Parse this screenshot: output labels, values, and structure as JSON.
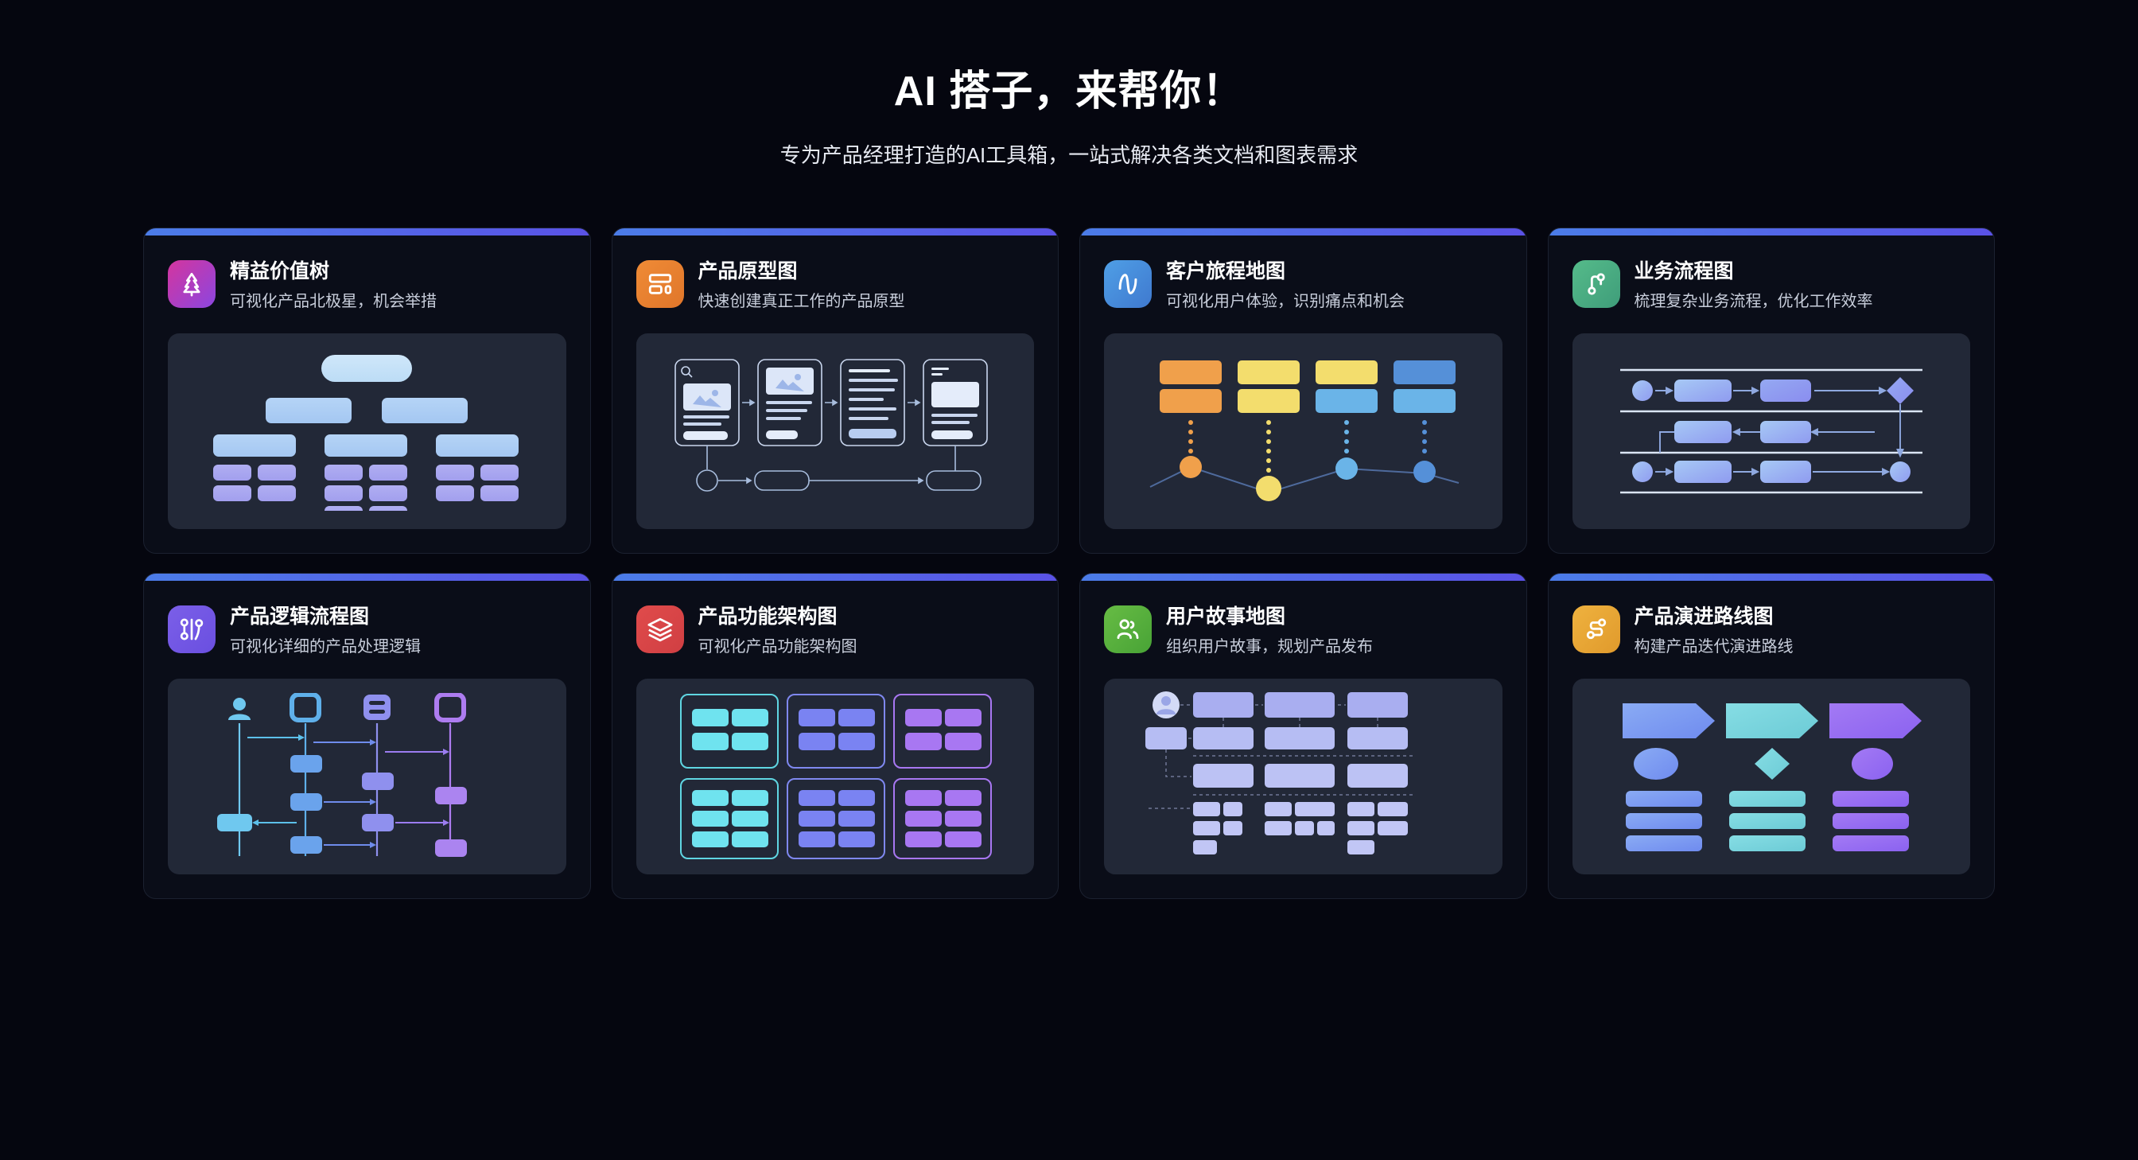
{
  "header": {
    "title": "AI 搭子，来帮你！",
    "subtitle": "专为产品经理打造的AI工具箱，一站式解决各类文档和图表需求"
  },
  "theme": {
    "page_bg": "#05060f",
    "card_bg": "#0a0d18",
    "card_border": "#1b2130",
    "preview_bg": "#222837",
    "accent_from": "#4b7ce8",
    "accent_to": "#5a52e6",
    "title_color": "#ffffff",
    "desc_color": "#c8cedb"
  },
  "cards": [
    {
      "title": "精益价值树",
      "desc": "可视化产品北极星，机会举措",
      "icon_name": "pine-tree-icon",
      "icon_from": "#d4359e",
      "icon_to": "#8b46e0",
      "preview_name": "lean-value-tree-preview"
    },
    {
      "title": "产品原型图",
      "desc": "快速创建真正工作的产品原型",
      "icon_name": "layout-blocks-icon",
      "icon_from": "#ef8b36",
      "icon_to": "#e0762a",
      "preview_name": "prototype-wireframe-preview"
    },
    {
      "title": "客户旅程地图",
      "desc": "可视化用户体验，识别痛点和机会",
      "icon_name": "activity-pulse-icon",
      "icon_from": "#4f9fe6",
      "icon_to": "#3f79cf",
      "preview_name": "customer-journey-preview"
    },
    {
      "title": "业务流程图",
      "desc": "梳理复杂业务流程，优化工作效率",
      "icon_name": "git-branch-icon",
      "icon_from": "#55bb8a",
      "icon_to": "#3f9d7a",
      "preview_name": "business-swimlane-preview"
    },
    {
      "title": "产品逻辑流程图",
      "desc": "可视化详细的产品处理逻辑",
      "icon_name": "node-branch-icon",
      "icon_from": "#7b5fe8",
      "icon_to": "#6a4fe0",
      "preview_name": "sequence-diagram-preview"
    },
    {
      "title": "产品功能架构图",
      "desc": "可视化产品功能架构图",
      "icon_name": "layers-stack-icon",
      "icon_from": "#e04b4b",
      "icon_to": "#d03f43",
      "preview_name": "feature-architecture-preview"
    },
    {
      "title": "用户故事地图",
      "desc": "组织用户故事，规划产品发布",
      "icon_name": "users-group-icon",
      "icon_from": "#67bc44",
      "icon_to": "#48a336",
      "preview_name": "user-story-map-preview"
    },
    {
      "title": "产品演进路线图",
      "desc": "构建产品迭代演进路线",
      "icon_name": "route-path-icon",
      "icon_from": "#efb23f",
      "icon_to": "#e09a2c",
      "preview_name": "roadmap-preview"
    }
  ],
  "palette": {
    "tree_top": "#c5e2f7",
    "tree_mid": "#aed0f5",
    "tree_leaf": "#aaa8f0",
    "journey_orange": "#f0a04b",
    "journey_yellow": "#f3dd6d",
    "journey_lightblue": "#6ab4e8",
    "journey_blue": "#5590d8",
    "flow_blue": "#9fc2f2",
    "flow_periwinkle": "#8f94ef",
    "arch_cyan": "#6fe3ef",
    "arch_blue": "#7a83f2",
    "arch_purple": "#a877f2",
    "road_blue": "#7c9ef0",
    "road_teal": "#79d7de",
    "road_purple": "#9470f2",
    "wire_stroke": "#c9d6ee",
    "story_block": "#b3b9f2"
  }
}
